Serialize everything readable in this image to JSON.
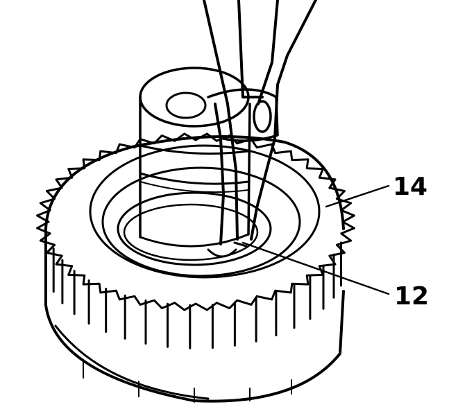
{
  "callouts": [
    {
      "id": "14",
      "text": "14"
    },
    {
      "id": "12",
      "text": "12"
    }
  ],
  "colors": {
    "ink": "#000000",
    "paper": "#ffffff"
  }
}
